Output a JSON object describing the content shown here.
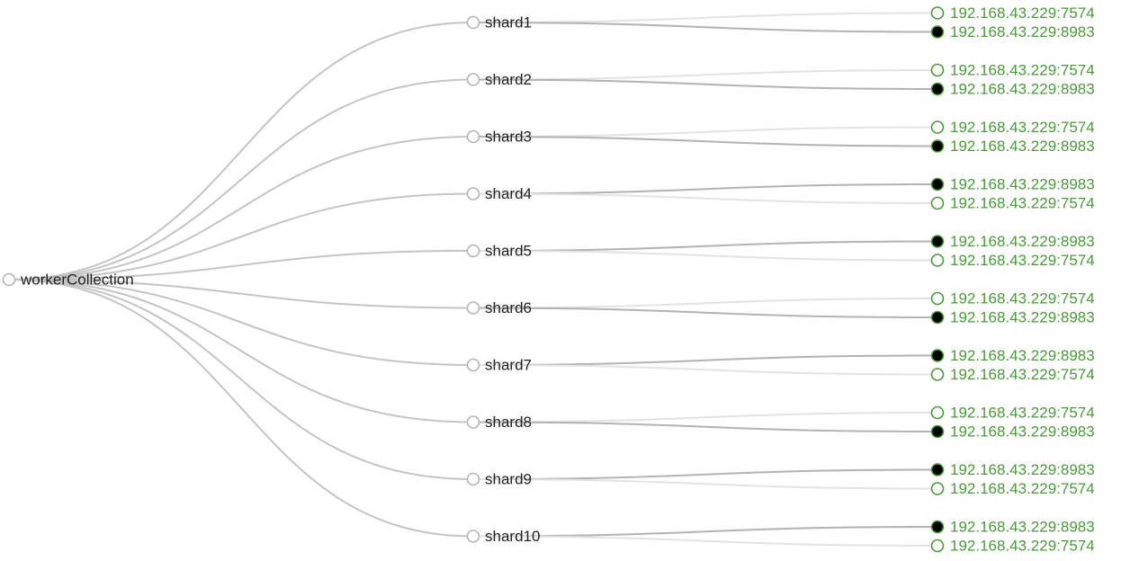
{
  "tree": {
    "root": {
      "name": "workerCollection"
    },
    "shards": [
      {
        "name": "shard1",
        "replicas": [
          {
            "address": "192.168.43.229:7574",
            "leader": false
          },
          {
            "address": "192.168.43.229:8983",
            "leader": true
          }
        ]
      },
      {
        "name": "shard2",
        "replicas": [
          {
            "address": "192.168.43.229:7574",
            "leader": false
          },
          {
            "address": "192.168.43.229:8983",
            "leader": true
          }
        ]
      },
      {
        "name": "shard3",
        "replicas": [
          {
            "address": "192.168.43.229:7574",
            "leader": false
          },
          {
            "address": "192.168.43.229:8983",
            "leader": true
          }
        ]
      },
      {
        "name": "shard4",
        "replicas": [
          {
            "address": "192.168.43.229:8983",
            "leader": true
          },
          {
            "address": "192.168.43.229:7574",
            "leader": false
          }
        ]
      },
      {
        "name": "shard5",
        "replicas": [
          {
            "address": "192.168.43.229:8983",
            "leader": true
          },
          {
            "address": "192.168.43.229:7574",
            "leader": false
          }
        ]
      },
      {
        "name": "shard6",
        "replicas": [
          {
            "address": "192.168.43.229:7574",
            "leader": false
          },
          {
            "address": "192.168.43.229:8983",
            "leader": true
          }
        ]
      },
      {
        "name": "shard7",
        "replicas": [
          {
            "address": "192.168.43.229:8983",
            "leader": true
          },
          {
            "address": "192.168.43.229:7574",
            "leader": false
          }
        ]
      },
      {
        "name": "shard8",
        "replicas": [
          {
            "address": "192.168.43.229:7574",
            "leader": false
          },
          {
            "address": "192.168.43.229:8983",
            "leader": true
          }
        ]
      },
      {
        "name": "shard9",
        "replicas": [
          {
            "address": "192.168.43.229:8983",
            "leader": true
          },
          {
            "address": "192.168.43.229:7574",
            "leader": false
          }
        ]
      },
      {
        "name": "shard10",
        "replicas": [
          {
            "address": "192.168.43.229:8983",
            "leader": true
          },
          {
            "address": "192.168.43.229:7574",
            "leader": false
          }
        ]
      }
    ]
  },
  "colors": {
    "root_link": "#c4c4c4",
    "leader_link": "#b3b3b3",
    "replica_link": "#e2e2e2",
    "node_stroke": "#b5b5b5",
    "replica_stroke": "#4b9a3c",
    "replica_text": "#4b9a3c",
    "leader_fill": "#000000",
    "text": "#222222"
  }
}
